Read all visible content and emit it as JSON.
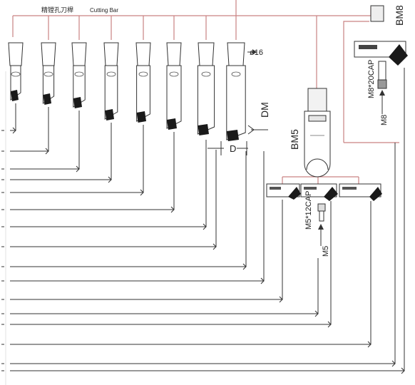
{
  "header": {
    "title_cn": "精镗孔刀桿",
    "title_en": "Cutting Bar"
  },
  "bars": [
    {
      "id": "bar-1"
    },
    {
      "id": "bar-2"
    },
    {
      "id": "bar-3"
    },
    {
      "id": "bar-4"
    },
    {
      "id": "bar-5"
    },
    {
      "id": "bar-6"
    },
    {
      "id": "bar-7"
    },
    {
      "id": "bar-8"
    }
  ],
  "labels": {
    "shank_diameter": "ø16",
    "dim_dm": "DM",
    "dim_d": "D",
    "module_bm5": "BM5",
    "module_bm8": "BM8",
    "screw_m5": "M5*12CAP",
    "screw_m8": "M8*20CAP",
    "thread_m5": "M5",
    "thread_m8": "M8"
  },
  "colors": {
    "line": "#c98282",
    "tool_outline": "#333333",
    "tool_fill": "#ffffff",
    "insert_fill": "#1a1a1a"
  }
}
